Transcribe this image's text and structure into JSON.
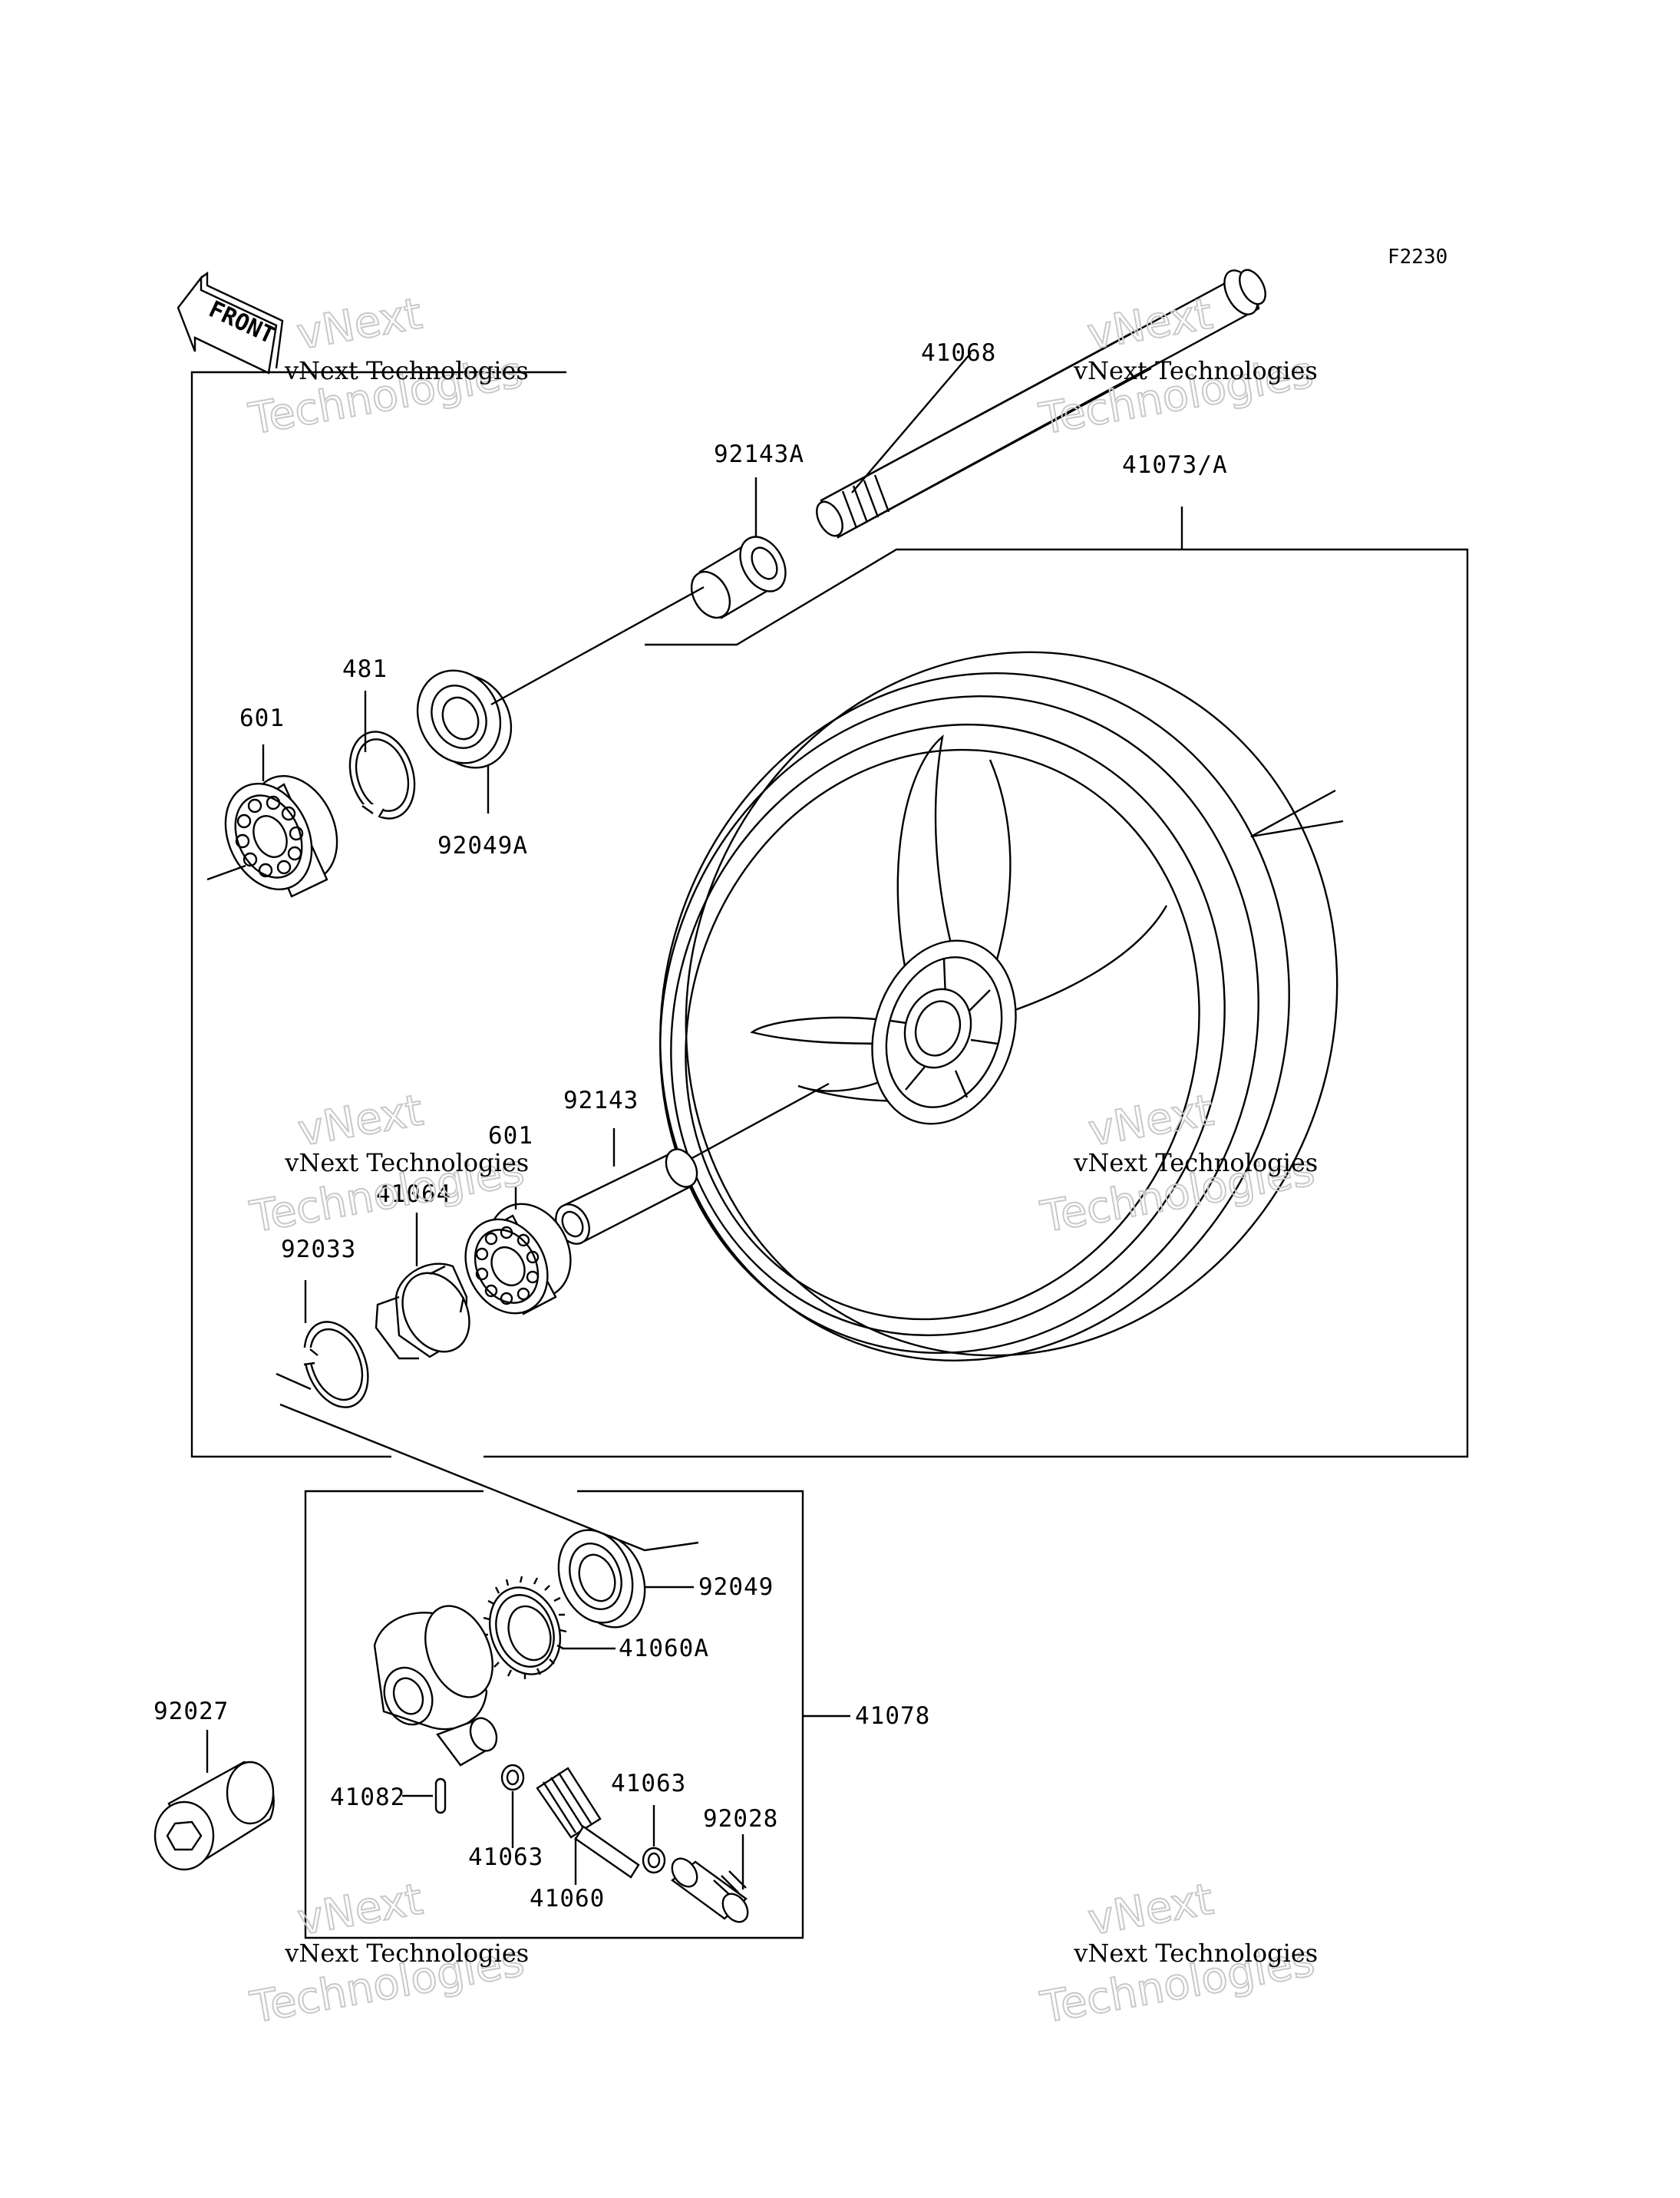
{
  "diagram_code": "F2230",
  "front_arrow": {
    "text": "FRONT",
    "icon": "front-direction-arrow-icon"
  },
  "watermark": {
    "line1": "vNext Technologies",
    "line2": "vNext",
    "line3": "Technologies"
  },
  "labels": {
    "p41068": "41068",
    "p92143A": "92143A",
    "p41073A": "41073/A",
    "p481": "481",
    "p601_top": "601",
    "p92049A": "92049A",
    "p92143": "92143",
    "p601_bottom": "601",
    "p41064": "41064",
    "p92033": "92033",
    "p92049": "92049",
    "p41060A": "41060A",
    "p41078": "41078",
    "p92027": "92027",
    "p41082": "41082",
    "p41063_right": "41063",
    "p41063_left": "41063",
    "p92028": "92028",
    "p41060": "41060"
  }
}
